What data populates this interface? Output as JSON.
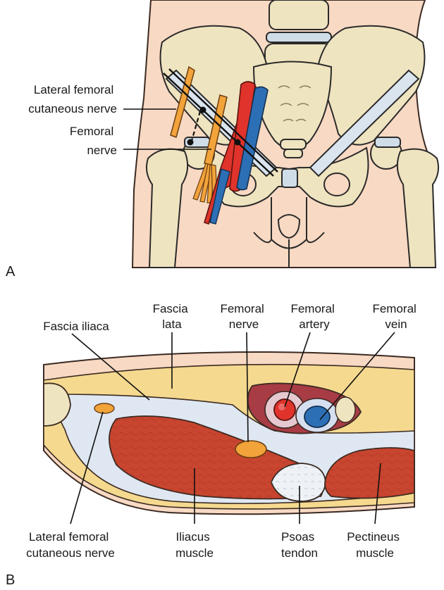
{
  "panel_a": {
    "letter": "A",
    "labels": {
      "lateral_femoral_cutaneous_nerve": [
        "Lateral femoral",
        "cutaneous nerve"
      ],
      "femoral_nerve": [
        "Femoral",
        "nerve"
      ]
    }
  },
  "panel_b": {
    "letter": "B",
    "labels": {
      "fascia_iliaca": [
        "Fascia iliaca"
      ],
      "fascia_lata": [
        "Fascia",
        "lata"
      ],
      "femoral_nerve": [
        "Femoral",
        "nerve"
      ],
      "femoral_artery": [
        "Femoral",
        "artery"
      ],
      "femoral_vein": [
        "Femoral",
        "vein"
      ],
      "lateral_femoral_cutaneous_nerve": [
        "Lateral femoral",
        "cutaneous nerve"
      ],
      "iliacus_muscle": [
        "Iliacus",
        "muscle"
      ],
      "psoas_tendon": [
        "Psoas",
        "tendon"
      ],
      "pectineus_muscle": [
        "Pectineus",
        "muscle"
      ]
    }
  },
  "colors": {
    "skin": "#f8d9c3",
    "bone": "#efe4c0",
    "ligament": "#d9e4ef",
    "nerve": "#f2a33a",
    "artery": "#e0332b",
    "vein": "#2d6fb5",
    "muscle": "#c8452f",
    "fat": "#f5d98f",
    "fascia": "#dfe7f2"
  }
}
